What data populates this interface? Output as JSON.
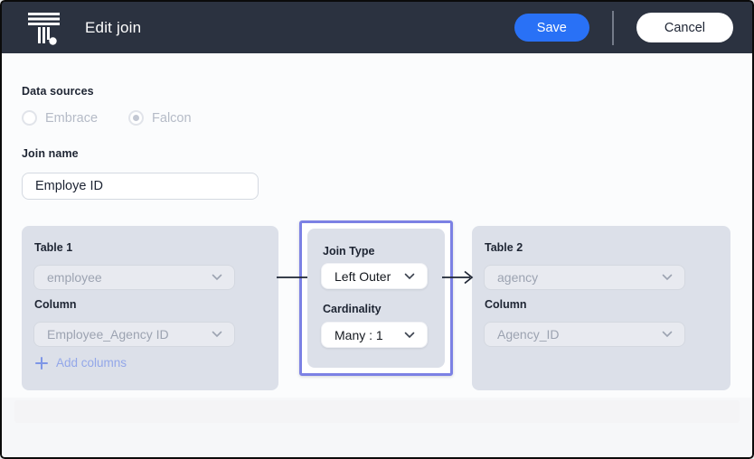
{
  "header": {
    "title": "Edit join",
    "save_label": "Save",
    "cancel_label": "Cancel"
  },
  "data_sources": {
    "label": "Data sources",
    "options": [
      {
        "label": "Embrace",
        "selected": false
      },
      {
        "label": "Falcon",
        "selected": true
      }
    ]
  },
  "join_name": {
    "label": "Join name",
    "value": "Employe ID"
  },
  "table1": {
    "title": "Table 1",
    "table_value": "employee",
    "column_label": "Column",
    "column_value": "Employee_Agency ID",
    "add_columns_label": "Add columns"
  },
  "join_config": {
    "join_type_label": "Join Type",
    "join_type_value": "Left Outer",
    "cardinality_label": "Cardinality",
    "cardinality_value": "Many : 1"
  },
  "table2": {
    "title": "Table 2",
    "table_value": "agency",
    "column_label": "Column",
    "column_value": "Agency_ID"
  },
  "colors": {
    "header_bg": "#2B3240",
    "save_blue": "#2971F6",
    "panel_gray": "#DCE0E9",
    "highlight_purple": "#7C81E4",
    "disabled_text": "#9CA3B1",
    "add_columns_blue": "#93A7E9",
    "connector_dark": "#1D2433"
  }
}
